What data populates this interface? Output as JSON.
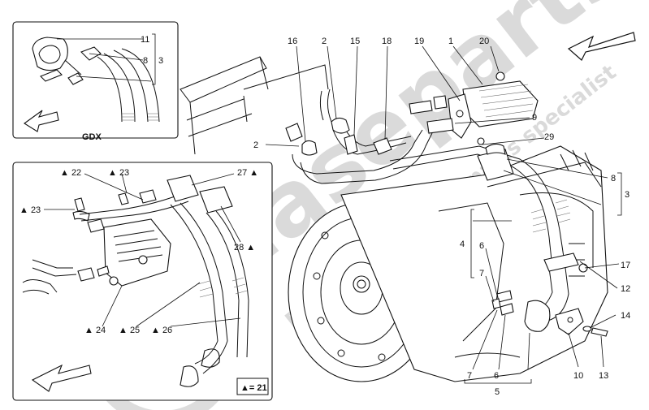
{
  "watermark": {
    "brand": "Maseparts",
    "slogan": "Exclusive Maserati parts specialist"
  },
  "inset_top": {
    "caption": "GDX",
    "labels": {
      "l11": "11",
      "l8": "8",
      "l3": "3"
    }
  },
  "inset_bottom": {
    "legend": "▲= 21",
    "labels": {
      "l22": "▲ 22",
      "l23a": "▲ 23",
      "l23b": "▲ 23",
      "l27": "27 ▲",
      "l28": "28 ▲",
      "l24": "▲ 24",
      "l25": "▲ 25",
      "l26": "▲ 26"
    }
  },
  "main": {
    "labels": {
      "l16": "16",
      "l2a": "2",
      "l15": "15",
      "l18": "18",
      "l19": "19",
      "l1": "1",
      "l20": "20",
      "l9": "9",
      "l2b": "2",
      "l29": "29",
      "l8": "8",
      "l3": "3",
      "l4": "4",
      "l6a": "6",
      "l7a": "7",
      "l17": "17",
      "l12": "12",
      "l14": "14",
      "l7b": "7",
      "l6b": "6",
      "l10": "10",
      "l13": "13",
      "l5": "5"
    }
  },
  "icons": [
    "arrow-direction-icon"
  ]
}
